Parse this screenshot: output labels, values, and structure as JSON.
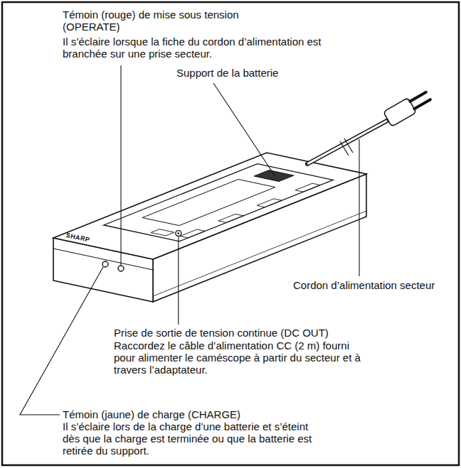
{
  "diagram": {
    "labels": [
      "Témoin (rouge) de mise sous tension (OPERATE)",
      "Il s’éclaire lorsque la fiche du cordon d’alimentation est branchée sur une prise secteur.",
      "Support de la batterie",
      "Cordon d’alimentation secteur",
      "Prise de sortie de tension continue (DC OUT)",
      "Raccordez le câble d’alimentation CC (2 m) fourni pour alimenter le caméscope à partir du secteur et à travers l’adaptateur.",
      "Témoin (jaune) de charge (CHARGE)",
      "Il s’éclaire lors de la charge d’une batterie et s’éteint dès que la charge est terminée ou que la batterie est retirée du support.",
      "SHARP"
    ]
  }
}
